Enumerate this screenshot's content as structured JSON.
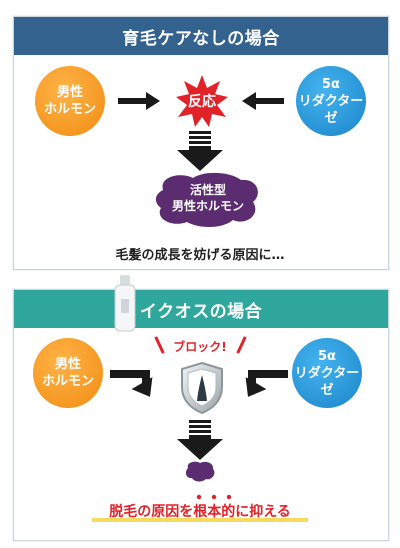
{
  "top_panel": {
    "title": "育毛ケアなしの場合",
    "left_circle": {
      "line1": "男性",
      "line2": "ホルモン"
    },
    "right_circle": {
      "line1": "5α",
      "line2": "リダクターゼ"
    },
    "reaction": "反応",
    "result": {
      "line1": "活性型",
      "line2": "男性ホルモン"
    },
    "statement": "毛髪の成長を妨げる原因に…"
  },
  "bottom_panel": {
    "title": "イクオスの場合",
    "block_label": "ブロック!",
    "left_circle": {
      "line1": "男性",
      "line2": "ホルモン"
    },
    "right_circle": {
      "line1": "5α",
      "line2": "リダクターゼ"
    },
    "statement": "脱毛の原因を根本的に抑える"
  },
  "colors": {
    "top_bar": "#34628f",
    "bottom_bar": "#2fa79d",
    "orange": "#f08c12",
    "blue": "#1a85c9",
    "reaction_red": "#e22229",
    "purple": "#5b2c6f"
  },
  "icons": {
    "reaction": "burst-icon",
    "shield": "shield-icon",
    "bottle": "bottle-icon"
  }
}
